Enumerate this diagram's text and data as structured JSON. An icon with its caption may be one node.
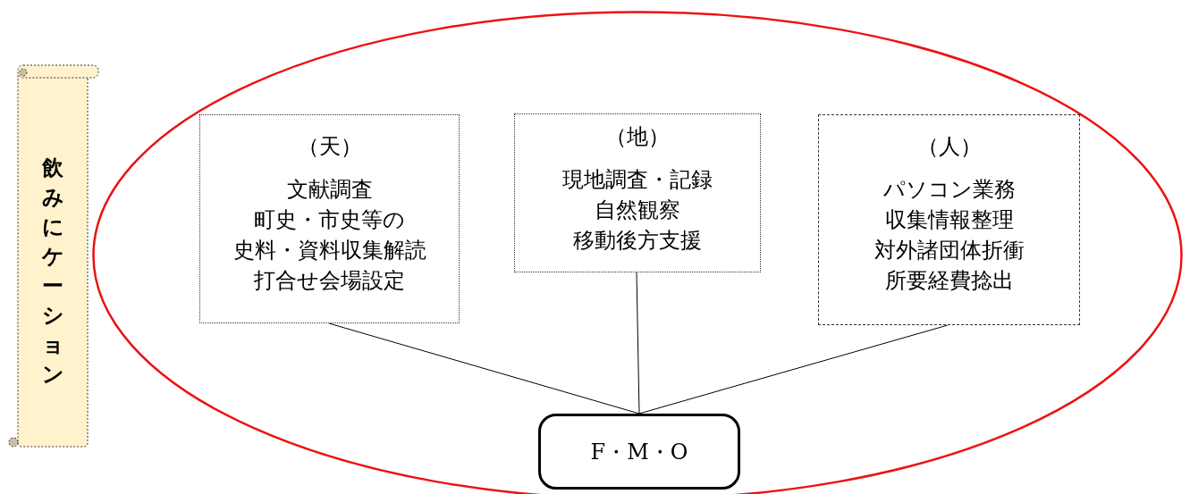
{
  "diagram": {
    "nodes": [
      {
        "text": [
          "飲みにケーション"
        ]
      },
      {
        "text": [],
        "shape": "ellipse"
      },
      {
        "text": [
          "（天）",
          "文献調査",
          "町史・市史等の",
          "史料・資料収集解読",
          "打合せ会場設定"
        ],
        "in": 1
      },
      {
        "text": [
          "（地）",
          "現地調査・記録",
          "自然観察",
          "移動後方支援"
        ],
        "in": 1
      },
      {
        "text": [
          "（人）",
          "パソコン業務",
          "収集情報整理",
          "対外諸団体折衝",
          "所要経費捻出"
        ],
        "in": 1
      },
      {
        "text": [
          "F・M・O"
        ],
        "in": 1
      }
    ],
    "edges": [
      {
        "from": 2,
        "to": 5,
        "arrow": "none"
      },
      {
        "from": 3,
        "to": 5,
        "arrow": "none"
      },
      {
        "from": 4,
        "to": 5,
        "arrow": "none"
      }
    ]
  }
}
